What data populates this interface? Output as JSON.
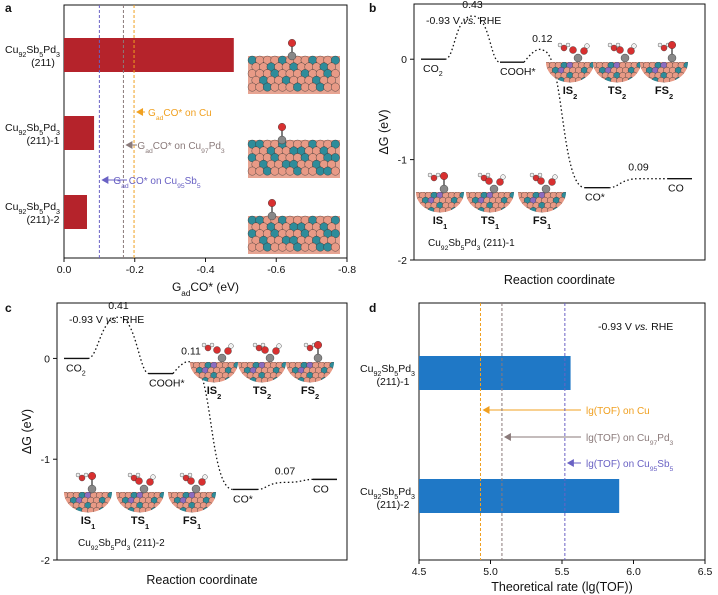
{
  "colors": {
    "bar_red": "#b5232b",
    "bar_blue": "#1f78c6",
    "cu": "#f0a020",
    "cupd": "#8a7a7a",
    "cusb": "#6a62c4",
    "atom_cu": "#e89a86",
    "atom_pd": "#2e8c9a",
    "atom_sb": "#8c6cc0",
    "atom_c": "#888888",
    "atom_o": "#d83030",
    "atom_h": "#f0f0f0"
  },
  "panels": {
    "a": {
      "letter": "a",
      "xlabel": "G",
      "xlabel_sub": "ad",
      "xlabel_rest": "CO* (eV)",
      "xlim": [
        0,
        -0.8
      ],
      "ticks": [
        "0.0",
        "-0.2",
        "-0.4",
        "-0.6",
        "-0.8"
      ],
      "tick_values": [
        0,
        -0.2,
        -0.4,
        -0.6,
        -0.8
      ],
      "bars": [
        {
          "label_l1": "Cu",
          "s1": "92",
          "m1": "Sb",
          "s2": "5",
          "m2": "Pd",
          "s3": "3",
          "label_l2": "(211)",
          "value": -0.48
        },
        {
          "label_l1": "Cu",
          "s1": "92",
          "m1": "Sb",
          "s2": "5",
          "m2": "Pd",
          "s3": "3",
          "label_l2": "(211)-1",
          "value": -0.085
        },
        {
          "label_l1": "Cu",
          "s1": "92",
          "m1": "Sb",
          "s2": "5",
          "m2": "Pd",
          "s3": "3",
          "label_l2": "(211)-2",
          "value": -0.065
        }
      ],
      "ref_lines": [
        {
          "value": -0.198,
          "color_key": "cu",
          "text_a": "G",
          "sub_a": "ad",
          "text_b": "CO* on Cu",
          "sub_b": "",
          "text_c": ""
        },
        {
          "value": -0.168,
          "color_key": "cupd",
          "text_a": "G",
          "sub_a": "ad",
          "text_b": "CO* on Cu",
          "sub_b": "97",
          "text_c": "Pd",
          "sub_c": "3"
        },
        {
          "value": -0.1,
          "color_key": "cusb",
          "text_a": "G",
          "sub_a": "ad",
          "text_b": "CO* on Cu",
          "sub_b": "95",
          "text_c": "Sb",
          "sub_c": "5"
        }
      ]
    },
    "b": {
      "letter": "b",
      "potential": "-0.93 V",
      "potential_vs": "vs.",
      "potential_ref": "RHE",
      "ylabel": "ΔG (eV)",
      "xlabel": "Reaction coordinate",
      "yticks": [
        "0",
        "-1",
        "-2"
      ],
      "ylim": [
        -2,
        0.55
      ],
      "levels": [
        {
          "label": "CO",
          "sub": "2",
          "energy": 0
        },
        {
          "label": "COOH*",
          "sub": "",
          "energy": -0.03
        },
        {
          "label": "CO*",
          "sub": "",
          "energy": -1.28
        },
        {
          "label": "CO",
          "sub": "",
          "energy": -1.19
        }
      ],
      "barriers": [
        "0.43",
        "0.12",
        "0.09"
      ],
      "states_top": [
        {
          "t": "IS",
          "s": "2"
        },
        {
          "t": "TS",
          "s": "2"
        },
        {
          "t": "FS",
          "s": "2"
        }
      ],
      "states_bottom": [
        {
          "t": "IS",
          "s": "1"
        },
        {
          "t": "TS",
          "s": "1"
        },
        {
          "t": "FS",
          "s": "1"
        }
      ],
      "surface_pre": "Cu",
      "surface_s1": "92",
      "surface_m1": "Sb",
      "surface_s2": "5",
      "surface_m2": "Pd",
      "surface_s3": "3",
      "surface_post": " (211)-1"
    },
    "c": {
      "letter": "c",
      "potential": "-0.93 V",
      "potential_vs": "vs.",
      "potential_ref": "RHE",
      "ylabel": "ΔG (eV)",
      "xlabel": "Reaction coordinate",
      "yticks": [
        "0",
        "-1",
        "-2"
      ],
      "ylim": [
        -2,
        0.55
      ],
      "levels": [
        {
          "label": "CO",
          "sub": "2",
          "energy": 0
        },
        {
          "label": "COOH*",
          "sub": "",
          "energy": -0.15
        },
        {
          "label": "CO*",
          "sub": "",
          "energy": -1.3
        },
        {
          "label": "CO",
          "sub": "",
          "energy": -1.2
        }
      ],
      "barriers": [
        "0.41",
        "0.11",
        "0.07"
      ],
      "states_top": [
        {
          "t": "IS",
          "s": "2"
        },
        {
          "t": "TS",
          "s": "2"
        },
        {
          "t": "FS",
          "s": "2"
        }
      ],
      "states_bottom": [
        {
          "t": "IS",
          "s": "1"
        },
        {
          "t": "TS",
          "s": "1"
        },
        {
          "t": "FS",
          "s": "1"
        }
      ],
      "surface_pre": "Cu",
      "surface_s1": "92",
      "surface_m1": "Sb",
      "surface_s2": "5",
      "surface_m2": "Pd",
      "surface_s3": "3",
      "surface_post": " (211)-2"
    },
    "d": {
      "letter": "d",
      "potential": "-0.93 V",
      "potential_vs": "vs.",
      "potential_ref": "RHE",
      "xlabel": "Theoretical rate (lg(TOF))",
      "xlim": [
        4.5,
        6.5
      ],
      "ticks": [
        "4.5",
        "5.0",
        "5.5",
        "6.0",
        "6.5"
      ],
      "tick_values": [
        4.5,
        5.0,
        5.5,
        6.0,
        6.5
      ],
      "bars": [
        {
          "label_l1": "Cu",
          "s1": "92",
          "m1": "Sb",
          "s2": "5",
          "m2": "Pd",
          "s3": "3",
          "label_l2": "(211)-1",
          "value": 5.56
        },
        {
          "label_l1": "Cu",
          "s1": "92",
          "m1": "Sb",
          "s2": "5",
          "m2": "Pd",
          "s3": "3",
          "label_l2": "(211)-2",
          "value": 5.9
        }
      ],
      "ref_lines": [
        {
          "value": 4.93,
          "color_key": "cu",
          "text_a": "lg(TOF) on Cu",
          "sub_a": "",
          "text_b": "",
          "sub_b": ""
        },
        {
          "value": 5.08,
          "color_key": "cupd",
          "text_a": "lg(TOF) on Cu",
          "sub_a": "97",
          "text_b": "Pd",
          "sub_b": "3"
        },
        {
          "value": 5.52,
          "color_key": "cusb",
          "text_a": "lg(TOF) on Cu",
          "sub_a": "95",
          "text_b": "Sb",
          "sub_b": "5"
        }
      ]
    }
  },
  "chart_data": [
    {
      "type": "bar",
      "orientation": "horizontal",
      "categories": [
        "Cu92Sb5Pd3 (211)",
        "Cu92Sb5Pd3 (211)-1",
        "Cu92Sb5Pd3 (211)-2"
      ],
      "values": [
        -0.48,
        -0.085,
        -0.065
      ],
      "xlabel": "GadCO* (eV)",
      "xlim": [
        0,
        -0.8
      ],
      "reference_lines": {
        "GadCO* on Cu": -0.198,
        "GadCO* on Cu97Pd3": -0.168,
        "GadCO* on Cu95Sb5": -0.1
      }
    },
    {
      "type": "line",
      "xlabel": "Reaction coordinate",
      "ylabel": "ΔG (eV)",
      "states": [
        "CO2",
        "COOH*",
        "CO*",
        "CO"
      ],
      "values": [
        0,
        -0.03,
        -1.28,
        -1.19
      ],
      "barriers": [
        0.43,
        0.12,
        0.09
      ],
      "ylim": [
        -2,
        0.55
      ]
    },
    {
      "type": "line",
      "xlabel": "Reaction coordinate",
      "ylabel": "ΔG (eV)",
      "states": [
        "CO2",
        "COOH*",
        "CO*",
        "CO"
      ],
      "values": [
        0,
        -0.15,
        -1.3,
        -1.2
      ],
      "barriers": [
        0.41,
        0.11,
        0.07
      ],
      "ylim": [
        -2,
        0.55
      ]
    },
    {
      "type": "bar",
      "orientation": "horizontal",
      "categories": [
        "Cu92Sb5Pd3 (211)-1",
        "Cu92Sb5Pd3 (211)-2"
      ],
      "values": [
        5.56,
        5.9
      ],
      "xlabel": "Theoretical rate (lg(TOF))",
      "xlim": [
        4.5,
        6.5
      ],
      "reference_lines": {
        "lg(TOF) on Cu": 4.93,
        "lg(TOF) on Cu97Pd3": 5.08,
        "lg(TOF) on Cu95Sb5": 5.52
      }
    }
  ]
}
